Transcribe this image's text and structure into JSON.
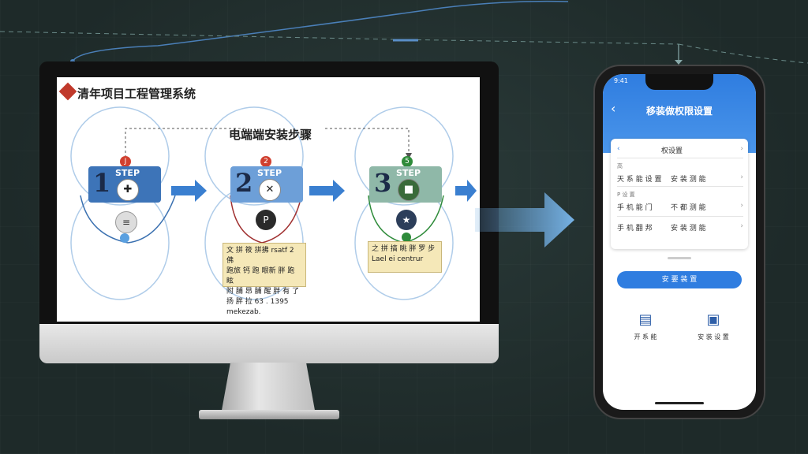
{
  "desktop": {
    "app_title": "清年项目工程管理系统",
    "subtitle": "电端端安装步骤",
    "steps": [
      {
        "number": "1",
        "label": "STEP",
        "badge": "J"
      },
      {
        "number": "2",
        "label": "STEP",
        "badge": "2"
      },
      {
        "number": "3",
        "label": "STEP",
        "badge": "5"
      }
    ],
    "node2_text": "P",
    "notes": {
      "note1": [
        "文 拼 筱 拼拂 rsatf 2 佛",
        "跑旅 钙 跑 眼新  胖 跑 眩",
        "附 脯 昂 脯 醒 胖 有 了",
        "扬 胖 拉 63 . 1395 mekezab."
      ],
      "note2": [
        "之 拼 搞 眺 胖 罗 步",
        "Lael ei centrur"
      ]
    }
  },
  "phone": {
    "time": "9:41",
    "back_icon": "‹",
    "title": "移装做权限设置",
    "top_row": {
      "label": "权设置"
    },
    "section1_label": "高",
    "row1": {
      "key": "天 系 能 设 置",
      "value": "安 装 测 能"
    },
    "section2_label": "P 设 置",
    "row2": {
      "key": "手 机 能 门",
      "value": "不 都 测 能"
    },
    "row3": {
      "key": "手 机 翻 邦",
      "value": "安 装 测 能"
    },
    "button_label": "安 要 装 置",
    "quick": [
      {
        "icon": "form-icon",
        "label": "开 系 能"
      },
      {
        "icon": "settings-doc-icon",
        "label": "安 装 设 置"
      }
    ]
  },
  "colors": {
    "accent": "#2f7de0",
    "background": "#22302f"
  }
}
